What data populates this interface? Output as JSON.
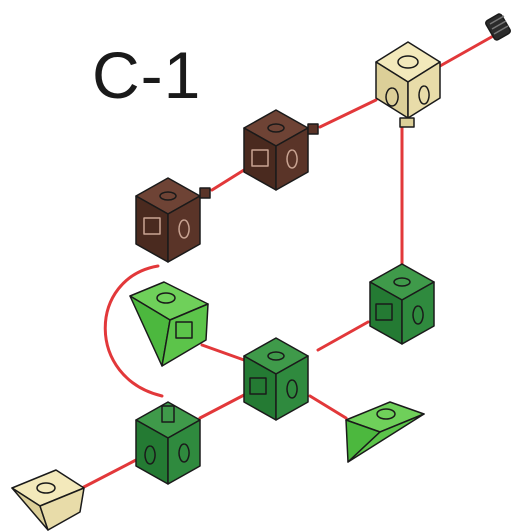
{
  "step": {
    "label": "C-1"
  },
  "colors": {
    "connector": "#e2383a",
    "brown_top": "#6e4335",
    "brown_left": "#4a2a1f",
    "brown_right": "#5a3428",
    "green_top": "#3f9a4a",
    "green_left": "#247a33",
    "green_right": "#2f8a3e",
    "light_green": "#6fd05a",
    "beige_top": "#f3e9bb",
    "beige_left": "#dccf98",
    "beige_right": "#e8dca9",
    "outline": "#1a1a1a"
  },
  "parts": [
    {
      "id": "black-peg",
      "type": "peg",
      "color": "black"
    },
    {
      "id": "beige-cube",
      "type": "cube",
      "color": "beige"
    },
    {
      "id": "brown-cube-upper",
      "type": "cube",
      "color": "brown"
    },
    {
      "id": "brown-cube-lower",
      "type": "cube",
      "color": "brown"
    },
    {
      "id": "green-cube-right",
      "type": "cube",
      "color": "green"
    },
    {
      "id": "green-cube-center",
      "type": "cube",
      "color": "green"
    },
    {
      "id": "green-cube-bottom",
      "type": "cube",
      "color": "green"
    },
    {
      "id": "light-green-wedge-left",
      "type": "wedge",
      "color": "light-green"
    },
    {
      "id": "light-green-wedge-right",
      "type": "wedge",
      "color": "light-green"
    },
    {
      "id": "beige-wedge",
      "type": "wedge",
      "color": "beige"
    }
  ]
}
